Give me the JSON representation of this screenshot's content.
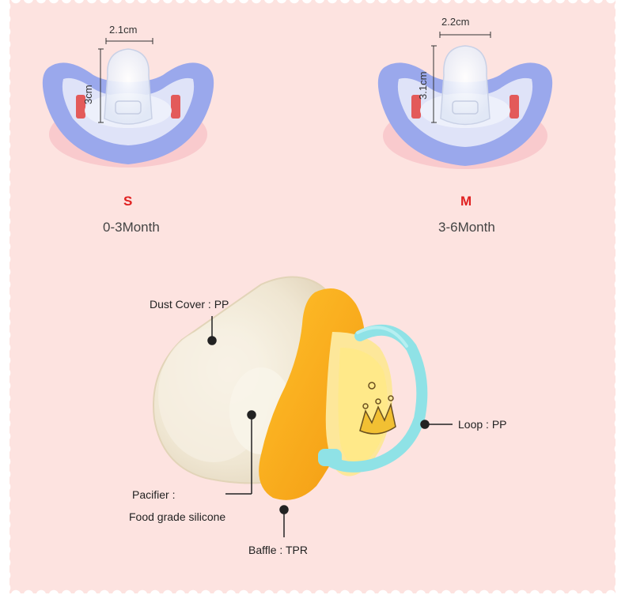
{
  "sizes": [
    {
      "letter": "S",
      "age": "0-3Month",
      "width": "2.1cm",
      "height": "3cm"
    },
    {
      "letter": "M",
      "age": "3-6Month",
      "width": "2.2cm",
      "height": "3.1cm"
    }
  ],
  "parts": {
    "dust_cover": "Dust Cover : PP",
    "loop": "Loop : PP",
    "pacifier_line1": "Pacifier :",
    "pacifier_line2": "Food grade silicone",
    "baffle": "Baffle : TPR"
  },
  "colors": {
    "background": "#fde3e0",
    "size_letter": "#e02020",
    "shield_blue": "#9aa8ec",
    "baffle_orange": "#f6a81a",
    "loop_cyan": "#8fe2e6"
  }
}
